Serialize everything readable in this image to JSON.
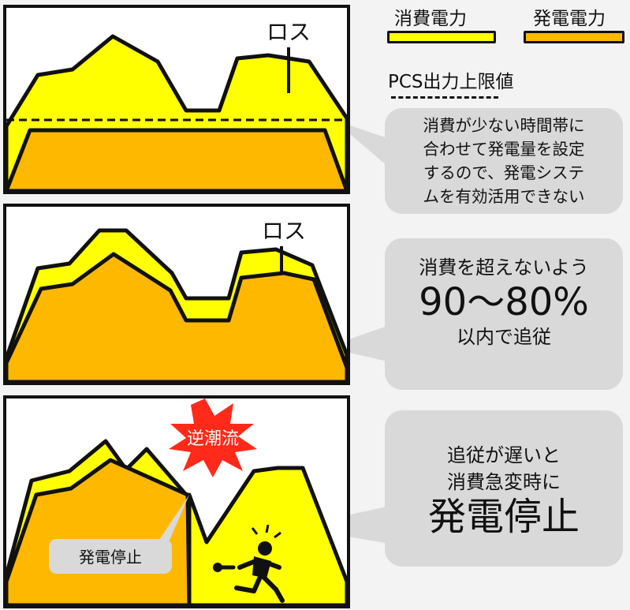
{
  "legend": {
    "consumption_label": "消費電力",
    "generation_label": "発電電力",
    "pcs_label": "PCS出力上限値"
  },
  "colors": {
    "consumption": "#ffff00",
    "generation": "#ffb800",
    "bubble": "#d9d9d9",
    "burst": "#ff2a1a",
    "outline": "#111111"
  },
  "panel1": {
    "loss_label": "ロス"
  },
  "panel2": {
    "loss_label": "ロス"
  },
  "panel3": {
    "burst_label": "逆潮流",
    "stop_label": "発電停止"
  },
  "bubble1": {
    "lines": [
      "消費が少ない時間帯に",
      "合わせて発電量を設定",
      "するので、発電システ",
      "ムを有効活用できない"
    ]
  },
  "bubble2": {
    "line1": "消費を超えないよう",
    "big": "90〜80%",
    "line3": "以内で追従"
  },
  "bubble3": {
    "line1": "追従が遅いと",
    "line2": "消費急変時に",
    "big": "発電停止"
  },
  "icons": [
    "worker-running-wrench-icon",
    "alert-burst-icon"
  ]
}
